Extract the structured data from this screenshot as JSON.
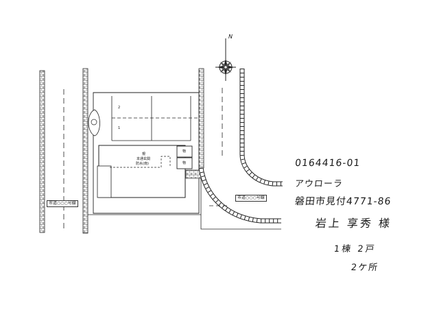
{
  "compass": {
    "label": "N",
    "icon": "north-arrow-compass-icon"
  },
  "parking": {
    "numbers": [
      "2",
      "1"
    ]
  },
  "building": {
    "labels": [
      "規",
      "本通玄関",
      "防水(南)"
    ],
    "unit_labels": [
      "物",
      "物"
    ]
  },
  "roads": {
    "left_label": "市道○○○号線",
    "right_label": "市道○○○号線"
  },
  "notes": {
    "code": "0164416-01",
    "series": "アウローラ",
    "address": "磐田市見付4771-86",
    "client": "岩上 享秀 様",
    "units": "1棟 2戸",
    "count": "2ケ所"
  }
}
